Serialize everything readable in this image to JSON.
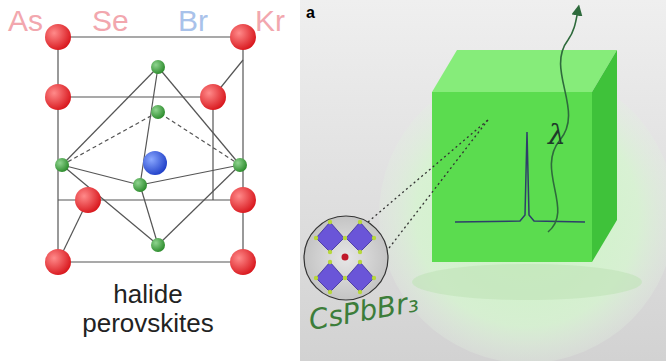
{
  "diagram": {
    "labels": [
      "As",
      "Se",
      "Br",
      "Kr",
      "halide perovskites",
      "a",
      "λ",
      "CsPbBr₃"
    ]
  }
}
